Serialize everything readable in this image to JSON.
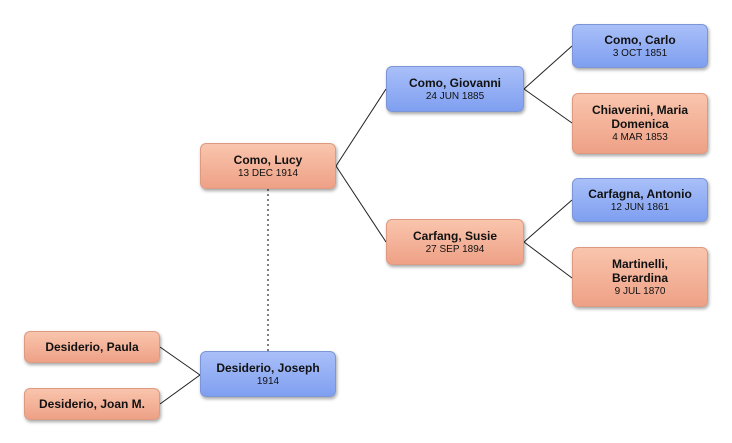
{
  "people": {
    "lucy": {
      "name": "Como, Lucy",
      "date": "13 DEC 1914"
    },
    "giovanni": {
      "name": "Como, Giovanni",
      "date": "24 JUN 1885"
    },
    "susie": {
      "name": "Carfang, Susie",
      "date": "27 SEP 1894"
    },
    "carlo": {
      "name": "Como, Carlo",
      "date": "3 OCT 1851"
    },
    "maria": {
      "name": "Chiaverini, Maria Domenica",
      "date": "4 MAR 1853"
    },
    "antonio": {
      "name": "Carfagna, Antonio",
      "date": "12 JUN 1861"
    },
    "berardina": {
      "name": "Martinelli, Berardina",
      "date": "9 JUL 1870"
    },
    "joseph": {
      "name": "Desiderio, Joseph",
      "date": "1914"
    },
    "paula": {
      "name": "Desiderio, Paula"
    },
    "joan": {
      "name": "Desiderio, Joan M."
    }
  },
  "colors": {
    "female": "#f4b096",
    "male": "#93aff4",
    "line": "#222222"
  }
}
